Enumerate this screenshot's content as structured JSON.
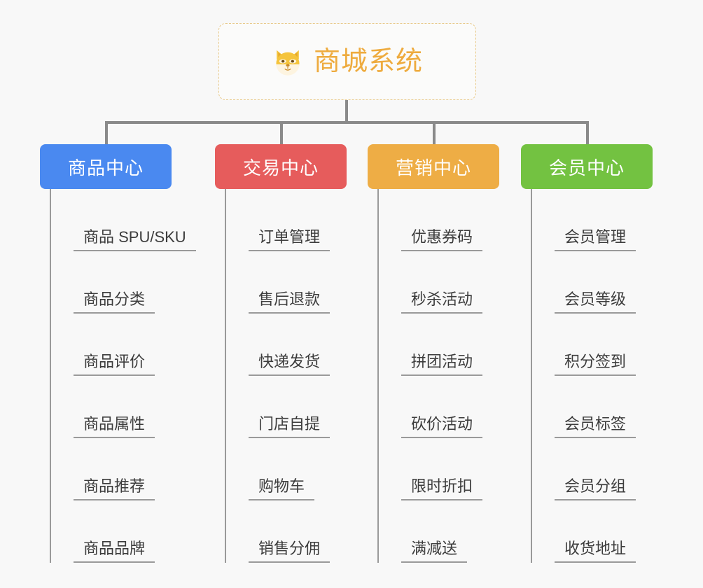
{
  "canvas": {
    "background": "#f8f8f8",
    "line_color": "#8a8a8a"
  },
  "root": {
    "title": "商城系统",
    "icon": "shiba-dog-face-emoji",
    "text_color": "#eeab3e",
    "border_color": "#e8c98a"
  },
  "columns": [
    {
      "label": "商品中心",
      "color": "#4a89f0",
      "items": [
        "商品 SPU/SKU",
        "商品分类",
        "商品评价",
        "商品属性",
        "商品推荐",
        "商品品牌"
      ]
    },
    {
      "label": "交易中心",
      "color": "#e65c5c",
      "items": [
        "订单管理",
        "售后退款",
        "快递发货",
        "门店自提",
        "购物车",
        "销售分佣"
      ]
    },
    {
      "label": "营销中心",
      "color": "#eead45",
      "items": [
        "优惠券码",
        "秒杀活动",
        "拼团活动",
        "砍价活动",
        "限时折扣",
        "满减送"
      ]
    },
    {
      "label": "会员中心",
      "color": "#73c241",
      "items": [
        "会员管理",
        "会员等级",
        "积分签到",
        "会员标签",
        "会员分组",
        "收货地址"
      ]
    }
  ]
}
